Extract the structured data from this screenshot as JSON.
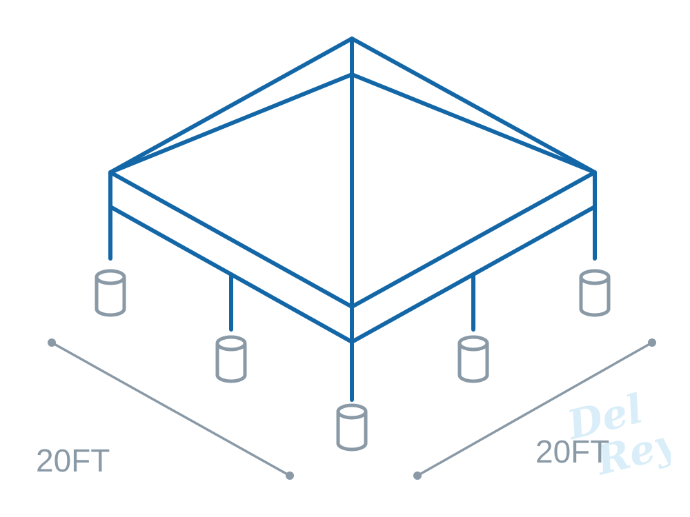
{
  "diagram": {
    "subject": "tent-frame",
    "colors": {
      "frame": "#1467a7",
      "weights": "#8a99a6",
      "dimensions": "#8a99a6",
      "watermark": "#d3ecf7"
    },
    "dimensions": [
      {
        "side": "left",
        "label": "20FT"
      },
      {
        "side": "right",
        "label": "20FT"
      }
    ],
    "watermark": {
      "lettering": "Del Rey"
    }
  }
}
